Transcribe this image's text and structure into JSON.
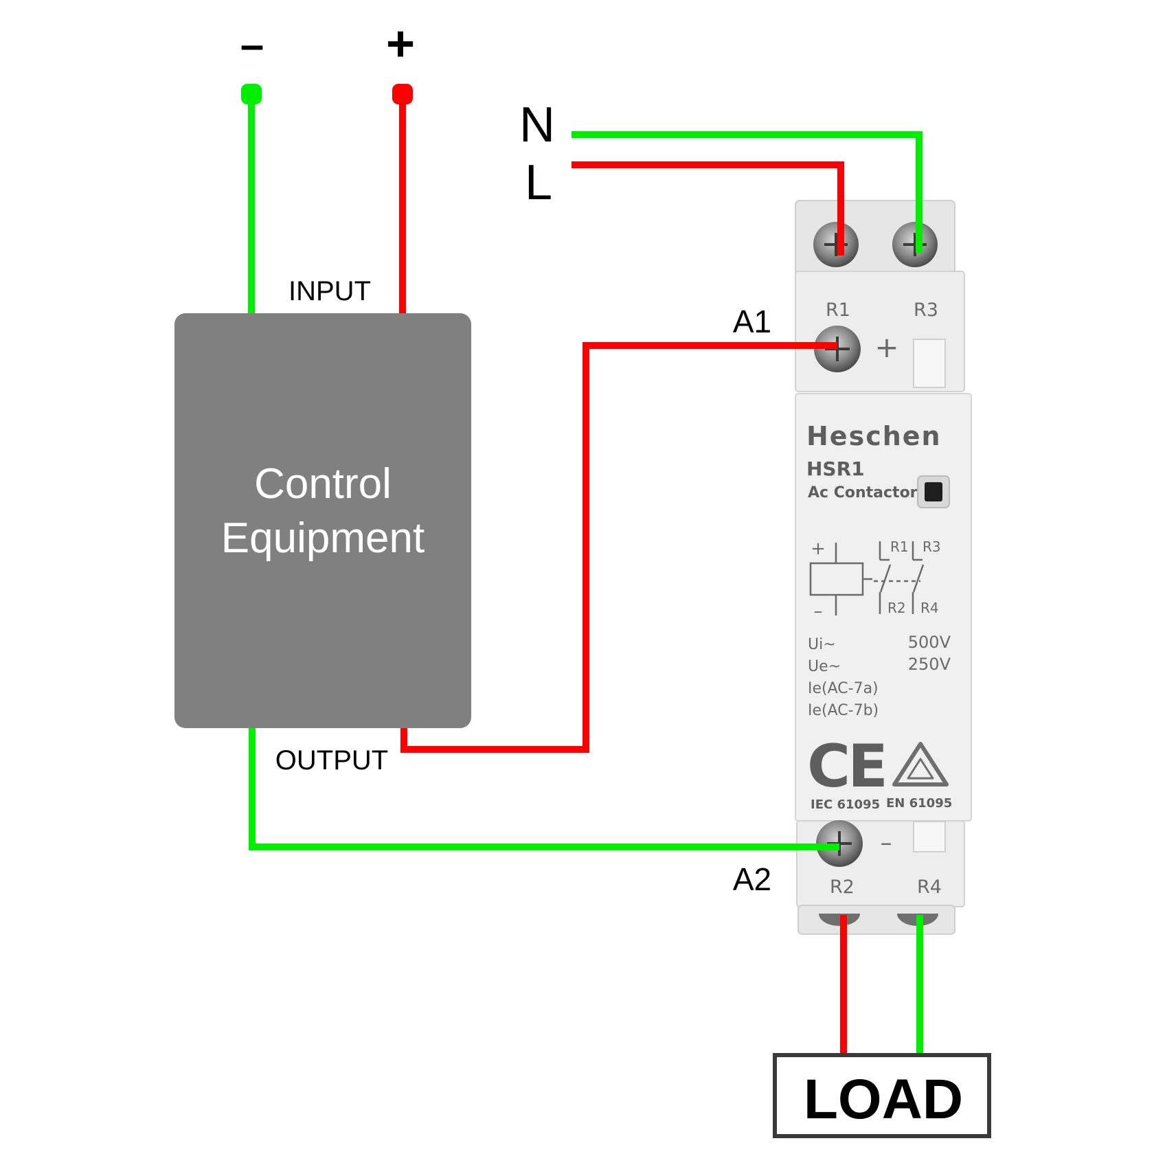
{
  "power": {
    "minus": "–",
    "plus": "+"
  },
  "control": {
    "input_label": "INPUT",
    "output_label": "OUTPUT",
    "title_line1": "Control",
    "title_line2": "Equipment"
  },
  "mains": {
    "n_label": "N",
    "l_label": "L"
  },
  "coil_labels": {
    "a1": "A1",
    "a2": "A2"
  },
  "contactor": {
    "brand": "Heschen",
    "model": "HSR1",
    "type": "Ac Contactor",
    "terminal_top_left": "R1",
    "terminal_top_right": "R3",
    "terminal_bottom_left": "R2",
    "terminal_bottom_right": "R4",
    "plus_mark": "+",
    "minus_mark": "–",
    "schematic": {
      "plus": "+",
      "minus": "–",
      "r1": "R1",
      "r3": "R3",
      "r2": "R2",
      "r4": "R4"
    },
    "specs": [
      {
        "label": "Ui~",
        "value": "500V"
      },
      {
        "label": "Ue~",
        "value": "250V"
      },
      {
        "label": "Ie(AC-7a)",
        "value": ""
      },
      {
        "label": "Ie(AC-7b)",
        "value": ""
      }
    ],
    "cert_ce": "CE",
    "std_iec": "IEC 61095",
    "std_en": "EN 61095"
  },
  "load": {
    "label": "LOAD"
  },
  "colors": {
    "positive_wire": "#ff0000",
    "negative_wire": "#00ee00",
    "control_box": "#808080",
    "device_body": "#ececec"
  }
}
